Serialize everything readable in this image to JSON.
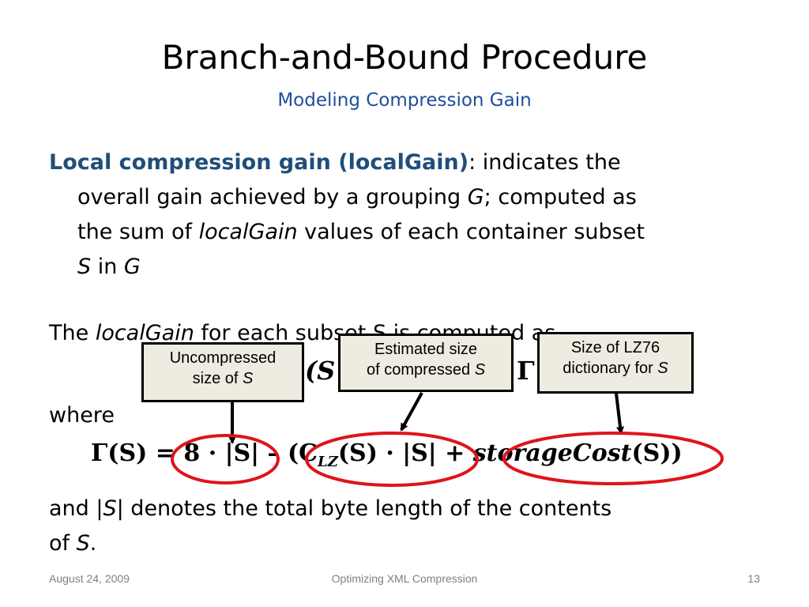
{
  "slide": {
    "title": "Branch-and-Bound Procedure",
    "subtitle": "Modeling Compression Gain",
    "p1": {
      "term": "Local compression gain (localGain)",
      "t1": ": indicates the",
      "t2": "overall gain achieved by a grouping ",
      "g1": "G",
      "t3": "; computed as",
      "t4": "the sum of ",
      "lg": "localGain",
      "t5": " values of each container subset",
      "s1": "S",
      "t6": " in ",
      "g2": "G"
    },
    "p2": {
      "t1": "The ",
      "lg": "localGain",
      "t2": " for each subset S is computed as"
    },
    "partial_formula": {
      "left": "(S",
      "right": "Γ"
    },
    "where": "where",
    "formula": {
      "lhs": "Γ(S) = 8 · |S| – (C",
      "sub": "LZ",
      "mid": "(S) · |S| + ",
      "fn": "storageCost",
      "rhs": "(S))"
    },
    "p3": {
      "t1": "and |",
      "s1": "S",
      "t2": "| denotes the total byte length of the contents",
      "t3": "of ",
      "s2": "S",
      "t4": "."
    },
    "callouts": {
      "c1_l1": "Uncompressed",
      "c1_l2": "size of ",
      "c1_s": "S",
      "c2_l1": "Estimated size",
      "c2_l2": "of compressed ",
      "c2_s": "S",
      "c3_l1": "Size of LZ76",
      "c3_l2": "dictionary for ",
      "c3_s": "S"
    },
    "footer": {
      "date": "August 24, 2009",
      "center": "Optimizing XML Compression",
      "page": "13"
    },
    "colors": {
      "accent": "#1f4e9c",
      "highlight_ellipse": "#e0131b",
      "callout_bg": "#eeece1"
    }
  }
}
